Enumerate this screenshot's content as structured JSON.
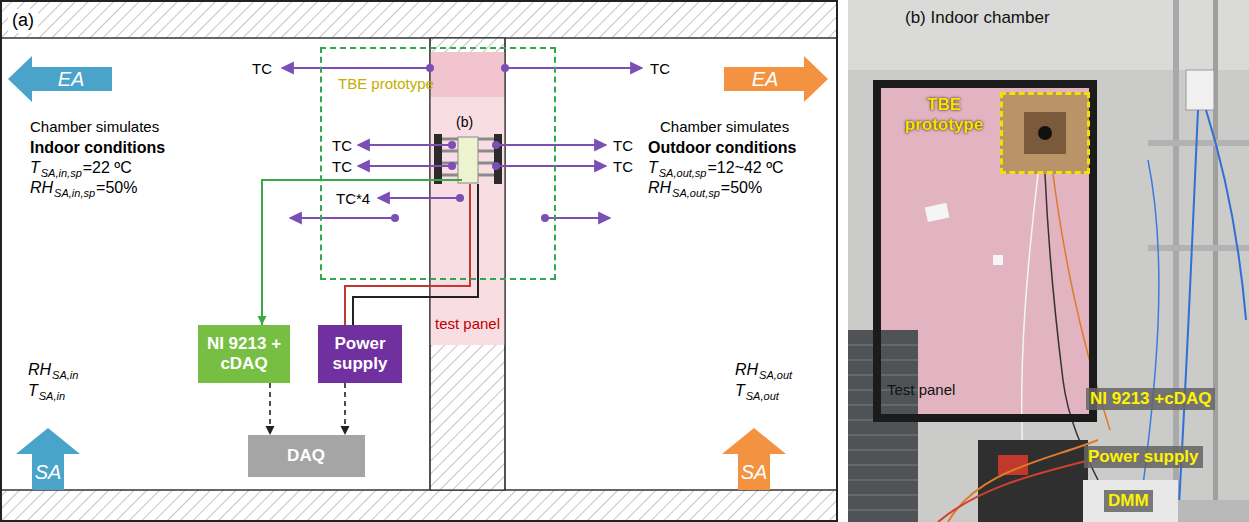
{
  "diagram": {
    "nodes": [
      {
        "text": [
          "EA"
        ]
      },
      {
        "text": [
          "EA"
        ]
      },
      {
        "text": [
          "TBE prototype"
        ]
      },
      {
        "text": [
          "test panel"
        ]
      },
      {
        "text": [
          "NI 9213 + cDAQ"
        ]
      },
      {
        "text": [
          "Power supply"
        ]
      },
      {
        "text": [
          "DAQ"
        ]
      },
      {
        "text": [
          "SA"
        ]
      },
      {
        "text": [
          "SA"
        ]
      },
      {
        "text": [
          "(b) Indoor chamber"
        ]
      },
      {
        "text": [
          "Test panel"
        ],
        "in": 9
      },
      {
        "text": [
          "TBE prototype"
        ],
        "in": 10
      }
    ],
    "edges": [
      {
        "from": 2,
        "to": 4,
        "arrow": "to"
      },
      {
        "from": 2,
        "to": 5,
        "arrow": "none"
      },
      {
        "from": 2,
        "to": 5,
        "arrow": "none"
      },
      {
        "from": 4,
        "to": 6,
        "arrow": "to"
      },
      {
        "from": 5,
        "to": 6,
        "arrow": "to"
      }
    ],
    "labels": [
      "(a)",
      "TC",
      "TC",
      "TC",
      "TC",
      "TC",
      "TC",
      "TC*4",
      "(b)",
      "Chamber simulates",
      "Indoor conditions",
      "T",
      "SA,in,sp",
      "=22 ºC",
      "RH",
      "SA,in,sp",
      "=50%",
      "Chamber simulates",
      "Outdoor conditions",
      "T",
      "SA,out,sp",
      "=12~42 ºC",
      "RH",
      "SA,out,sp",
      "=50%",
      "RH",
      "SA,in",
      "T",
      "SA,in",
      "RH",
      "SA,out",
      "T",
      "SA,out",
      "NI 9213 +cDAQ",
      "Power supply",
      "DMM"
    ]
  }
}
